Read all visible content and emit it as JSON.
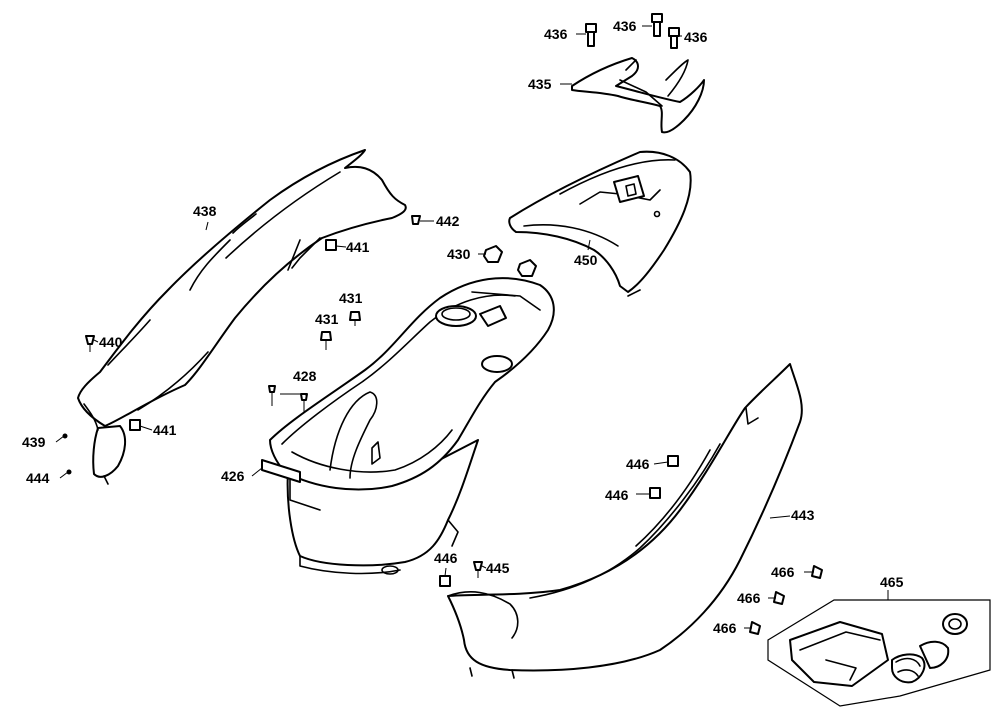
{
  "labels": {
    "p426": "426",
    "p428": "428",
    "p430": "430",
    "p431a": "431",
    "p431b": "431",
    "p435": "435",
    "p436a": "436",
    "p436b": "436",
    "p436c": "436",
    "p438": "438",
    "p439": "439",
    "p440": "440",
    "p441a": "441",
    "p441b": "441",
    "p442": "442",
    "p443": "443",
    "p444": "444",
    "p445": "445",
    "p446a": "446",
    "p446b": "446",
    "p446c": "446",
    "p450": "450",
    "p465": "465",
    "p466a": "466",
    "p466b": "466",
    "p466c": "466"
  }
}
